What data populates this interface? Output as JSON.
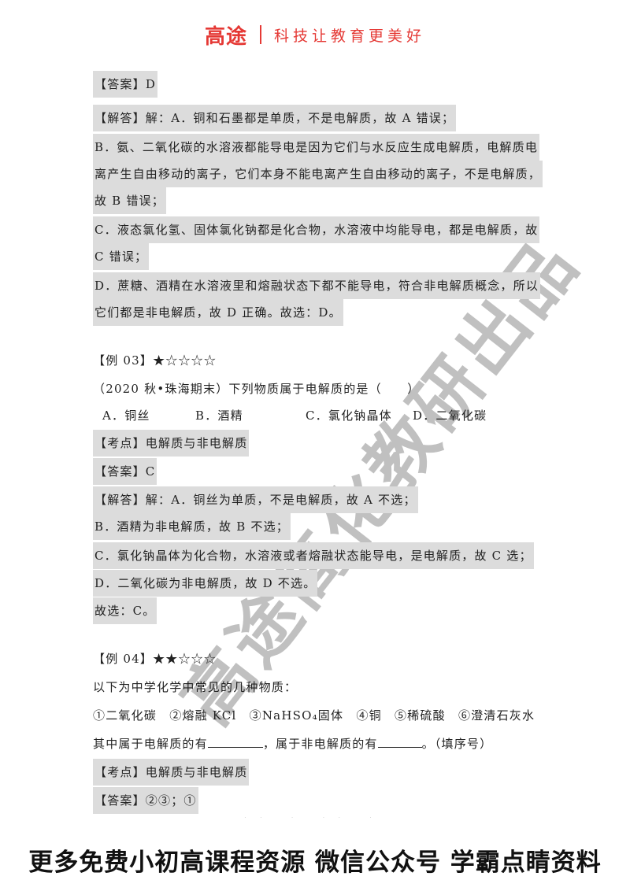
{
  "header": {
    "brand": "高途",
    "slogan": "科技让教育更美好"
  },
  "watermark": "高途高化教研出品",
  "q02_tail": {
    "answer_label": "【答案】",
    "answer_value": "D",
    "explain_lines": [
      "【解答】解：A．铜和石墨都是单质，不是电解质，故 A 错误；",
      "B．氨、二氧化碳的水溶液都能导电是因为它们与水反应生成电解质，电解质电",
      "离产生自由移动的离子，它们本身不能电离产生自由移动的离子，不是电解质，",
      "故 B 错误；",
      "C．液态氯化氢、固体氯化钠都是化合物，水溶液中均能导电，都是电解质，故",
      "C 错误；",
      "D．蔗糖、酒精在水溶液里和熔融状态下都不能导电，符合非电解质概念，所以",
      "它们都是非电解质，故 D 正确。故选：D。"
    ]
  },
  "q03": {
    "title": "【例 03】",
    "stars": "★☆☆☆☆",
    "stem": "（2020 秋•珠海期末）下列物质属于电解质的是（　　）",
    "options": [
      "A．铜丝",
      "B．酒精",
      "C．氯化钠晶体",
      "D．二氧化碳"
    ],
    "topic": "【考点】电解质与非电解质",
    "answer": "【答案】C",
    "explain_lines": [
      "【解答】解：A．铜丝为单质，不是电解质，故 A 不选；",
      "B．酒精为非电解质，故 B 不选；",
      "C．氯化钠晶体为化合物，水溶液或者熔融状态能导电，是电解质，故 C 选；",
      "D．二氧化碳为非电解质，故 D 不选。",
      "故选：C。"
    ]
  },
  "q04": {
    "title": "【例 04】",
    "stars": "★★☆☆☆",
    "intro": "以下为中学化学中常见的几种物质：",
    "items": "①二氧化碳　②熔融 KCl　③NaHSO₄固体　④铜　⑤稀硫酸　⑥澄清石灰水",
    "question_part1": "其中属于电解质的有",
    "question_part2": "，属于非电解质的有",
    "question_part3": "。（填序号）",
    "topic": "【考点】电解质与非电解质",
    "answer": "【答案】②③；①"
  },
  "footer": {
    "promo": "更多免费小初高课程资源 微信公众号 学霸点睛资料"
  }
}
